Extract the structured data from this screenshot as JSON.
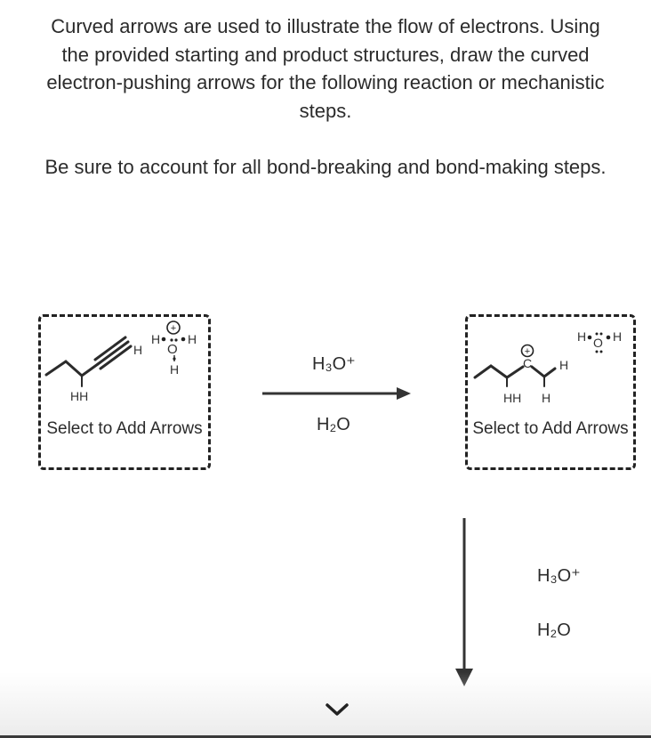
{
  "instructions": {
    "prompt": "Curved arrows are used to illustrate the flow of electrons. Using the provided starting and product structures, draw the curved electron-pushing arrows for the following reaction or mechanistic steps.",
    "note": "Be sure to account for all bond-breaking and bond-making steps."
  },
  "start_panel": {
    "select_label": "Select to Add Arrows",
    "atoms": {
      "h_alkyne": "H",
      "h_left": "H",
      "h_right": "H",
      "h_below": "H",
      "oxygen": "O",
      "h_pair": "HH",
      "charge": "+"
    }
  },
  "reaction_arrow": {
    "reagent_top": "H₃O⁺",
    "reagent_bottom": "H₂O"
  },
  "product_panel": {
    "select_label": "Select to Add Arrows",
    "atoms": {
      "carbon": "C",
      "h_c": "H",
      "h_pair": "HH",
      "h_lone": "H",
      "water_h_left": "H",
      "water_o": "O",
      "water_h_right": "H",
      "charge": "+"
    }
  },
  "next_step": {
    "reagent_top": "H₃O⁺",
    "reagent_bottom": "H₂O"
  },
  "icons": {
    "scroll": "chevron-down-icon"
  }
}
